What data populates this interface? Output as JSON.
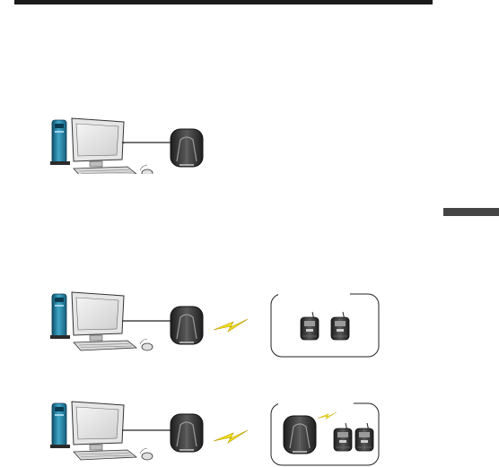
{
  "page": {
    "colors": {
      "rule": "#1a1a1a",
      "side_tab": "#444444",
      "tower_blue": "#2e8fb0",
      "lightning": "#f2e11c",
      "device_dark": "#3a3a3a"
    }
  },
  "diagrams": [
    {
      "id": "pc-to-base"
    },
    {
      "id": "pc-base-wireless-two-receivers"
    },
    {
      "id": "pc-base-wireless-base-and-two-receivers"
    }
  ]
}
